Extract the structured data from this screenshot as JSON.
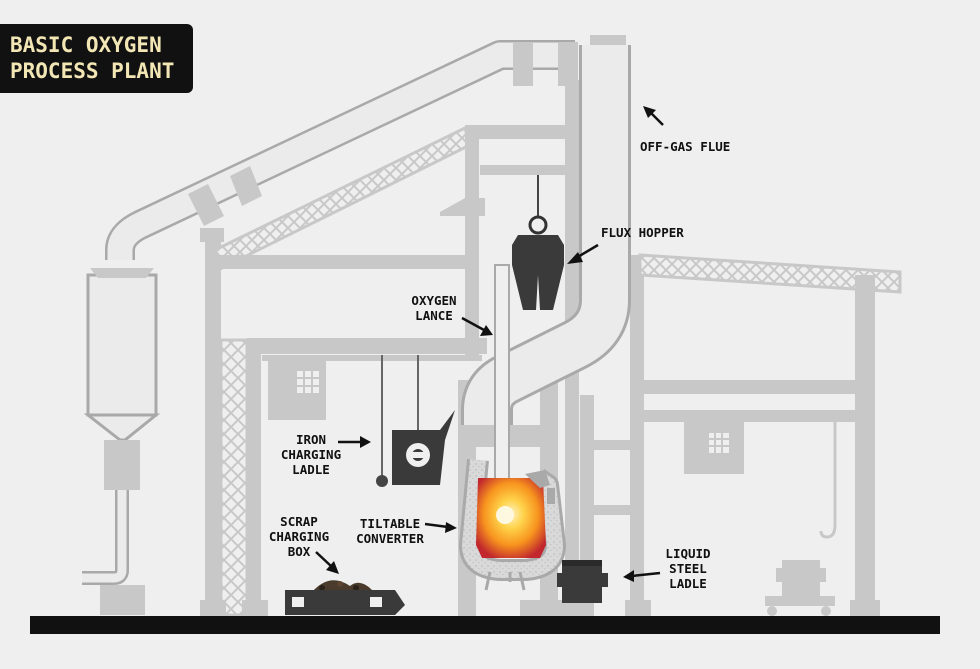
{
  "title": {
    "line1": "BASIC OXYGEN",
    "line2": "PROCESS PLANT"
  },
  "labels": {
    "off_gas_flue": "OFF-GAS FLUE",
    "flux_hopper": "FLUX HOPPER",
    "oxygen_lance": {
      "line1": "OXYGEN",
      "line2": "LANCE"
    },
    "iron_charging_ladle": {
      "line1": "IRON",
      "line2": "CHARGING",
      "line3": "LADLE"
    },
    "tiltable_converter": {
      "line1": "TILTABLE",
      "line2": "CONVERTER"
    },
    "scrap_charging_box": {
      "line1": "SCRAP",
      "line2": "CHARGING",
      "line3": "BOX"
    },
    "liquid_steel_ladle": {
      "line1": "LIQUID",
      "line2": "STEEL",
      "line3": "LADLE"
    }
  },
  "colors": {
    "background": "#efefef",
    "structure": "#c8c8c8",
    "pipe_fill": "#e9e9e9",
    "pipe_outline": "#a9a9a9",
    "dark_equipment": "#3a3a3a",
    "floor": "#111111",
    "title_bg": "#111111",
    "title_text": "#f3e6b5",
    "molten_hot": "#ffe38a",
    "molten_mid": "#f7931e",
    "molten_edge": "#c1272d"
  }
}
